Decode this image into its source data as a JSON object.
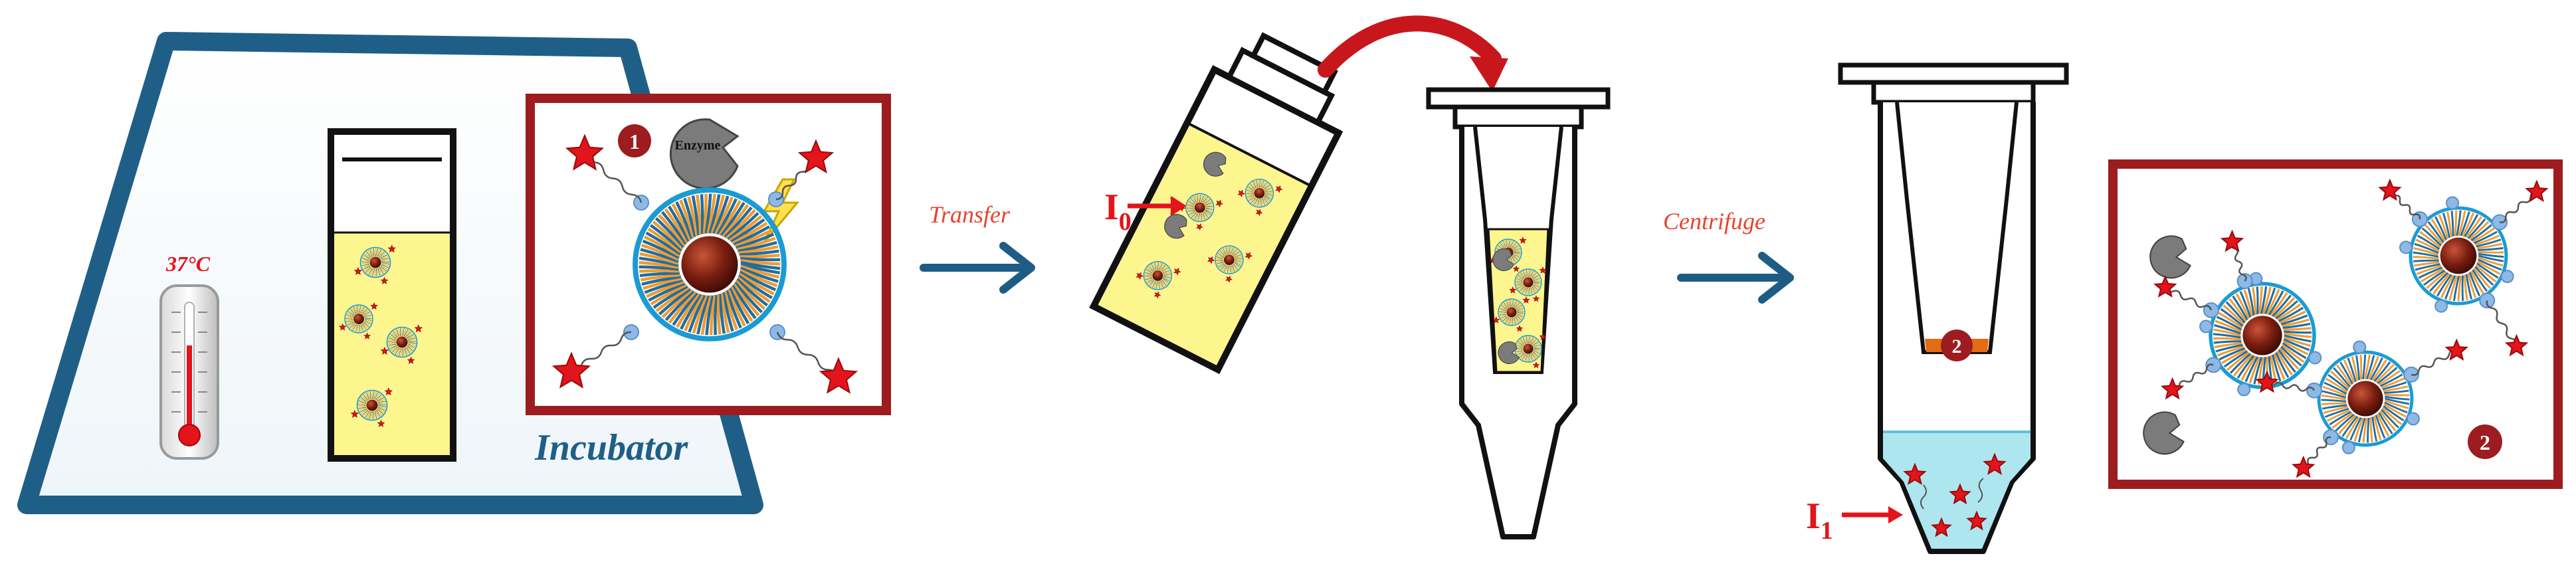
{
  "colors": {
    "incubator_blue": "#1f5f87",
    "frame_red": "#9d1c1f",
    "arrow_blue": "#1e5c86",
    "curve_red": "#c8161d",
    "label_red": "#e8432f",
    "solution_yellow": "#fdf58e",
    "supernatant_cyan": "#aee6ef",
    "pellet_orange": "#e36c15",
    "star_red": "#e3141b",
    "enzyme_gray": "#7b7b7b",
    "core_brown": "#6a1a0c"
  },
  "incubator": {
    "label": "Incubator",
    "temperature": "37°C"
  },
  "inset_left": {
    "badge": "1",
    "enzyme_label": "Enzyme",
    "icons": [
      "enzyme-icon",
      "lightning-icon",
      "star-icon",
      "nanoparticle-icon",
      "thermometer-icon"
    ]
  },
  "steps": {
    "transfer": "Transfer",
    "centrifuge": "Centrifuge"
  },
  "intensity": {
    "i0_main": "I",
    "i0_sub": "0",
    "i1_main": "I",
    "i1_sub": "1"
  },
  "pellet_badge": "2",
  "inset_right": {
    "badge": "2"
  }
}
